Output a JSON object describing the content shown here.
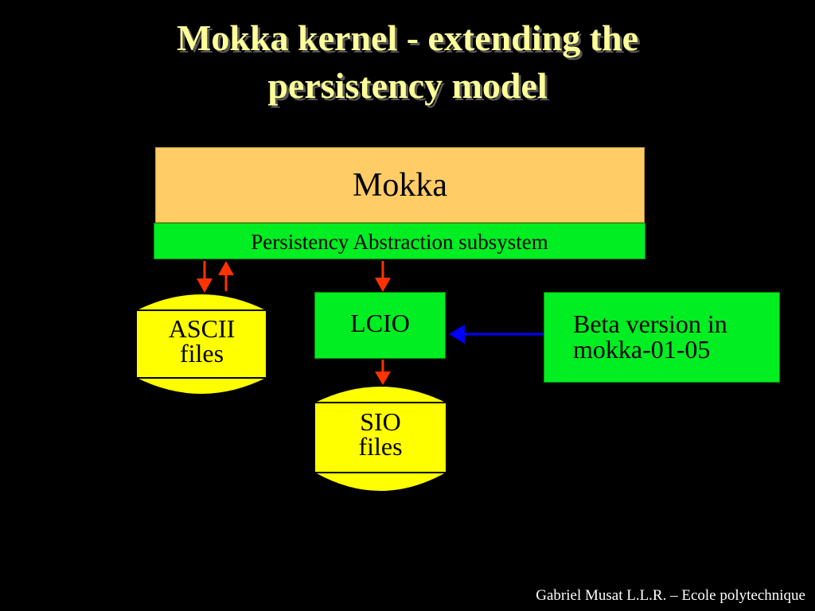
{
  "title": {
    "line1": "Mokka kernel - extending the",
    "line2": "persistency model"
  },
  "diagram": {
    "mokka": "Mokka",
    "persistency": "Persistency Abstraction subsystem",
    "lcio": "LCIO",
    "beta": {
      "line1": "Beta version in",
      "line2": "mokka-01-05"
    },
    "ascii": {
      "line1": "ASCII",
      "line2": "files"
    },
    "sio": {
      "line1": "SIO",
      "line2": "files"
    }
  },
  "footer": "Gabriel Musat L.L.R. – Ecole polytechnique",
  "colors": {
    "background": "#000000",
    "title": "#FFFF99",
    "mokka_box": "#FFCC66",
    "green_box": "#00EE22",
    "cylinder": "#FFFF00",
    "red_arrow": "#FF3300",
    "blue_arrow": "#0000FF"
  }
}
